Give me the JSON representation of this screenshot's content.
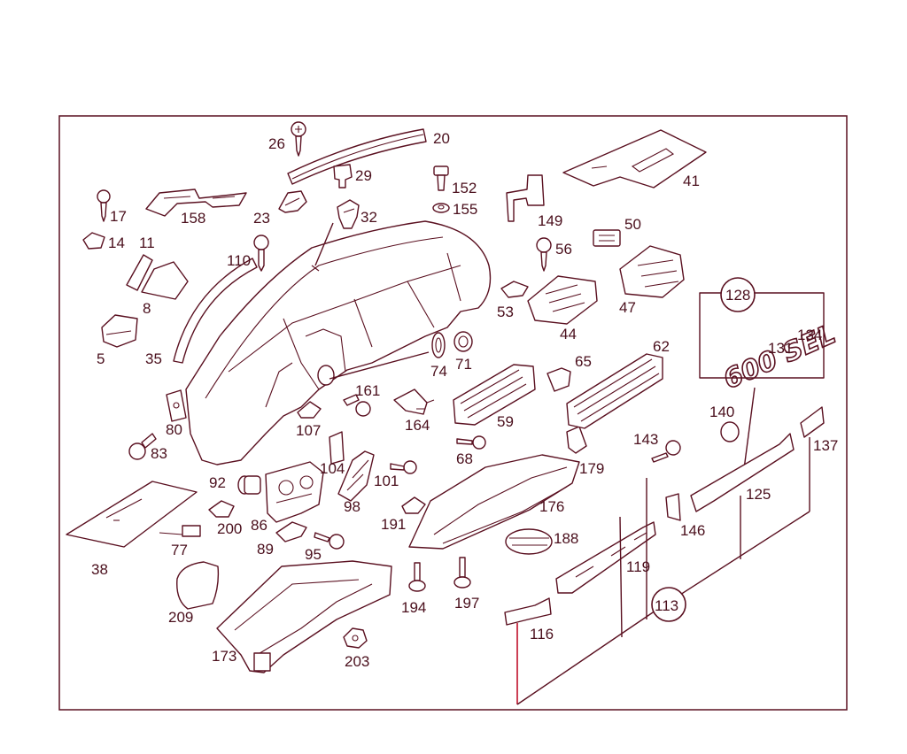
{
  "diagram": {
    "emblem_text": "600 SEL",
    "callouts": {
      "c26": "26",
      "c20": "20",
      "c29": "29",
      "c152": "152",
      "c155": "155",
      "c17": "17",
      "c158": "158",
      "c23": "23",
      "c32": "32",
      "c149": "149",
      "c41": "41",
      "c14": "14",
      "c11": "11",
      "c110": "110",
      "c56": "56",
      "c50": "50",
      "c8": "8",
      "c53": "53",
      "c44": "44",
      "c47": "47",
      "c128": "128",
      "c131": "131",
      "c134": "134",
      "c5": "5",
      "c35": "35",
      "c74": "74",
      "c71": "71",
      "c62": "62",
      "c65": "65",
      "c80": "80",
      "c161": "161",
      "c164": "164",
      "c59": "59",
      "c140": "140",
      "c143": "143",
      "c137": "137",
      "c83": "83",
      "c107": "107",
      "c68": "68",
      "c179": "179",
      "c104": "104",
      "c101": "101",
      "c92": "92",
      "c125": "125",
      "c146": "146",
      "c98": "98",
      "c176": "176",
      "c200": "200",
      "c86": "86",
      "c191": "191",
      "c188": "188",
      "c77": "77",
      "c89": "89",
      "c95": "95",
      "c38": "38",
      "c119": "119",
      "c113": "113",
      "c194": "194",
      "c197": "197",
      "c209": "209",
      "c116": "116",
      "c173": "173",
      "c203": "203"
    }
  }
}
